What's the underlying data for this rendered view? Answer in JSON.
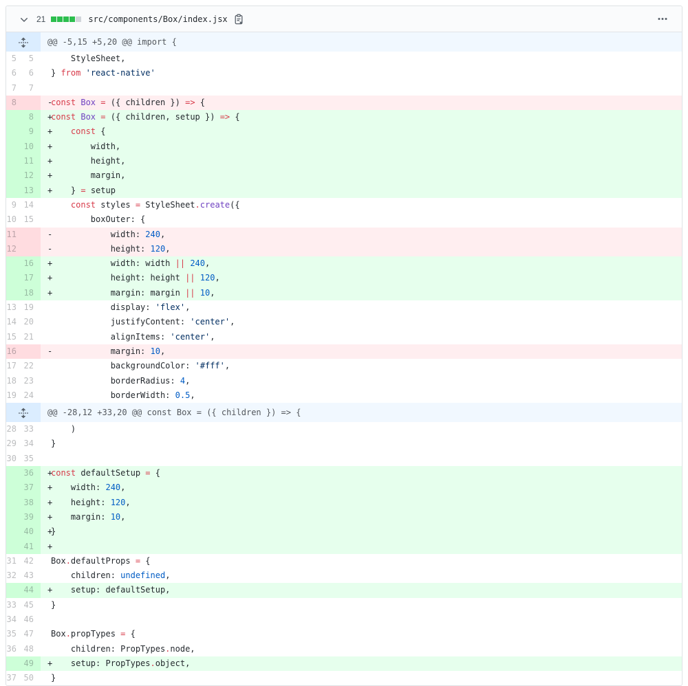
{
  "file_header": {
    "changes_count": "21",
    "diffstat": {
      "green_blocks": 4,
      "neutral_blocks": 1
    },
    "filename": "src/components/Box/index.jsx",
    "chevron_icon": "chevron-down-icon",
    "copy_icon": "copy-path-icon",
    "kebab_icon": "kebab-horizontal-icon"
  },
  "colors": {
    "added_bg": "#e6ffed",
    "added_gutter_bg": "#cdffd8",
    "removed_bg": "#ffeef0",
    "removed_gutter_bg": "#ffdce0",
    "hunk_bg": "#f1f8ff",
    "hunk_gutter_bg": "#dbedff",
    "diffstat_green": "#2cbe4e",
    "diffstat_neutral": "#d1d5da",
    "keyword": "#d73a49",
    "entity": "#6f42c1",
    "constant": "#005cc5",
    "string": "#032f62",
    "code_text": "#24292e"
  },
  "diff": {
    "rows": [
      {
        "t": "hunk",
        "icon": "unfold-icon",
        "text": "@@ -5,15 +5,20 @@ import {"
      },
      {
        "t": "ctx",
        "o": "5",
        "n": "5",
        "m": "",
        "s": [
          [
            "    StyleSheet,",
            "p"
          ]
        ]
      },
      {
        "t": "ctx",
        "o": "6",
        "n": "6",
        "m": "",
        "s": [
          [
            "} ",
            "p"
          ],
          [
            "from",
            "k"
          ],
          [
            " ",
            "p"
          ],
          [
            "'react-native'",
            "s"
          ]
        ]
      },
      {
        "t": "ctx",
        "o": "7",
        "n": "7",
        "m": "",
        "s": []
      },
      {
        "t": "del",
        "o": "8",
        "n": "",
        "m": "-",
        "s": [
          [
            "const",
            "k"
          ],
          [
            " ",
            "p"
          ],
          [
            "Box",
            "e"
          ],
          [
            " ",
            "p"
          ],
          [
            "=",
            "k"
          ],
          [
            " ({ children }) ",
            "p"
          ],
          [
            "=>",
            "k"
          ],
          [
            " {",
            "p"
          ]
        ]
      },
      {
        "t": "add",
        "o": "",
        "n": "8",
        "m": "+",
        "s": [
          [
            "const",
            "k"
          ],
          [
            " ",
            "p"
          ],
          [
            "Box",
            "e"
          ],
          [
            " ",
            "p"
          ],
          [
            "=",
            "k"
          ],
          [
            " ({ children, setup }) ",
            "p"
          ],
          [
            "=>",
            "k"
          ],
          [
            " {",
            "p"
          ]
        ]
      },
      {
        "t": "add",
        "o": "",
        "n": "9",
        "m": "+",
        "s": [
          [
            "    ",
            "p"
          ],
          [
            "const",
            "k"
          ],
          [
            " {",
            "p"
          ]
        ]
      },
      {
        "t": "add",
        "o": "",
        "n": "10",
        "m": "+",
        "s": [
          [
            "        width,",
            "p"
          ]
        ]
      },
      {
        "t": "add",
        "o": "",
        "n": "11",
        "m": "+",
        "s": [
          [
            "        height,",
            "p"
          ]
        ]
      },
      {
        "t": "add",
        "o": "",
        "n": "12",
        "m": "+",
        "s": [
          [
            "        margin,",
            "p"
          ]
        ]
      },
      {
        "t": "add",
        "o": "",
        "n": "13",
        "m": "+",
        "s": [
          [
            "    } ",
            "p"
          ],
          [
            "=",
            "k"
          ],
          [
            " setup",
            "p"
          ]
        ]
      },
      {
        "t": "ctx",
        "o": "9",
        "n": "14",
        "m": "",
        "s": [
          [
            "    ",
            "p"
          ],
          [
            "const",
            "k"
          ],
          [
            " styles ",
            "p"
          ],
          [
            "=",
            "k"
          ],
          [
            " StyleSheet",
            "p"
          ],
          [
            ".",
            "k"
          ],
          [
            "create",
            "e"
          ],
          [
            "({",
            "p"
          ]
        ]
      },
      {
        "t": "ctx",
        "o": "10",
        "n": "15",
        "m": "",
        "s": [
          [
            "        boxOuter: {",
            "p"
          ]
        ]
      },
      {
        "t": "del",
        "o": "11",
        "n": "",
        "m": "-",
        "s": [
          [
            "            width: ",
            "p"
          ],
          [
            "240",
            "c"
          ],
          [
            ",",
            "p"
          ]
        ]
      },
      {
        "t": "del",
        "o": "12",
        "n": "",
        "m": "-",
        "s": [
          [
            "            height: ",
            "p"
          ],
          [
            "120",
            "c"
          ],
          [
            ",",
            "p"
          ]
        ]
      },
      {
        "t": "add",
        "o": "",
        "n": "16",
        "m": "+",
        "s": [
          [
            "            width: width ",
            "p"
          ],
          [
            "||",
            "k"
          ],
          [
            " ",
            "p"
          ],
          [
            "240",
            "c"
          ],
          [
            ",",
            "p"
          ]
        ]
      },
      {
        "t": "add",
        "o": "",
        "n": "17",
        "m": "+",
        "s": [
          [
            "            height: height ",
            "p"
          ],
          [
            "||",
            "k"
          ],
          [
            " ",
            "p"
          ],
          [
            "120",
            "c"
          ],
          [
            ",",
            "p"
          ]
        ]
      },
      {
        "t": "add",
        "o": "",
        "n": "18",
        "m": "+",
        "s": [
          [
            "            margin: margin ",
            "p"
          ],
          [
            "||",
            "k"
          ],
          [
            " ",
            "p"
          ],
          [
            "10",
            "c"
          ],
          [
            ",",
            "p"
          ]
        ]
      },
      {
        "t": "ctx",
        "o": "13",
        "n": "19",
        "m": "",
        "s": [
          [
            "            display: ",
            "p"
          ],
          [
            "'flex'",
            "s"
          ],
          [
            ",",
            "p"
          ]
        ]
      },
      {
        "t": "ctx",
        "o": "14",
        "n": "20",
        "m": "",
        "s": [
          [
            "            justifyContent: ",
            "p"
          ],
          [
            "'center'",
            "s"
          ],
          [
            ",",
            "p"
          ]
        ]
      },
      {
        "t": "ctx",
        "o": "15",
        "n": "21",
        "m": "",
        "s": [
          [
            "            alignItems: ",
            "p"
          ],
          [
            "'center'",
            "s"
          ],
          [
            ",",
            "p"
          ]
        ]
      },
      {
        "t": "del",
        "o": "16",
        "n": "",
        "m": "-",
        "s": [
          [
            "            margin: ",
            "p"
          ],
          [
            "10",
            "c"
          ],
          [
            ",",
            "p"
          ]
        ]
      },
      {
        "t": "ctx",
        "o": "17",
        "n": "22",
        "m": "",
        "s": [
          [
            "            backgroundColor: ",
            "p"
          ],
          [
            "'#fff'",
            "s"
          ],
          [
            ",",
            "p"
          ]
        ]
      },
      {
        "t": "ctx",
        "o": "18",
        "n": "23",
        "m": "",
        "s": [
          [
            "            borderRadius: ",
            "p"
          ],
          [
            "4",
            "c"
          ],
          [
            ",",
            "p"
          ]
        ]
      },
      {
        "t": "ctx",
        "o": "19",
        "n": "24",
        "m": "",
        "s": [
          [
            "            borderWidth: ",
            "p"
          ],
          [
            "0.5",
            "c"
          ],
          [
            ",",
            "p"
          ]
        ]
      },
      {
        "t": "hunk",
        "icon": "unfold-icon",
        "text": "@@ -28,12 +33,20 @@ const Box = ({ children }) => {"
      },
      {
        "t": "ctx",
        "o": "28",
        "n": "33",
        "m": "",
        "s": [
          [
            "    )",
            "p"
          ]
        ]
      },
      {
        "t": "ctx",
        "o": "29",
        "n": "34",
        "m": "",
        "s": [
          [
            "}",
            "p"
          ]
        ]
      },
      {
        "t": "ctx",
        "o": "30",
        "n": "35",
        "m": "",
        "s": []
      },
      {
        "t": "add",
        "o": "",
        "n": "36",
        "m": "+",
        "s": [
          [
            "const",
            "k"
          ],
          [
            " defaultSetup ",
            "p"
          ],
          [
            "=",
            "k"
          ],
          [
            " {",
            "p"
          ]
        ]
      },
      {
        "t": "add",
        "o": "",
        "n": "37",
        "m": "+",
        "s": [
          [
            "    width: ",
            "p"
          ],
          [
            "240",
            "c"
          ],
          [
            ",",
            "p"
          ]
        ]
      },
      {
        "t": "add",
        "o": "",
        "n": "38",
        "m": "+",
        "s": [
          [
            "    height: ",
            "p"
          ],
          [
            "120",
            "c"
          ],
          [
            ",",
            "p"
          ]
        ]
      },
      {
        "t": "add",
        "o": "",
        "n": "39",
        "m": "+",
        "s": [
          [
            "    margin: ",
            "p"
          ],
          [
            "10",
            "c"
          ],
          [
            ",",
            "p"
          ]
        ]
      },
      {
        "t": "add",
        "o": "",
        "n": "40",
        "m": "+",
        "s": [
          [
            "}",
            "p"
          ]
        ]
      },
      {
        "t": "add",
        "o": "",
        "n": "41",
        "m": "+",
        "s": []
      },
      {
        "t": "ctx",
        "o": "31",
        "n": "42",
        "m": "",
        "s": [
          [
            "Box",
            "p"
          ],
          [
            ".",
            "k"
          ],
          [
            "defaultProps ",
            "p"
          ],
          [
            "=",
            "k"
          ],
          [
            " {",
            "p"
          ]
        ]
      },
      {
        "t": "ctx",
        "o": "32",
        "n": "43",
        "m": "",
        "s": [
          [
            "    children: ",
            "p"
          ],
          [
            "undefined",
            "c"
          ],
          [
            ",",
            "p"
          ]
        ]
      },
      {
        "t": "add",
        "o": "",
        "n": "44",
        "m": "+",
        "s": [
          [
            "    setup: defaultSetup,",
            "p"
          ]
        ]
      },
      {
        "t": "ctx",
        "o": "33",
        "n": "45",
        "m": "",
        "s": [
          [
            "}",
            "p"
          ]
        ]
      },
      {
        "t": "ctx",
        "o": "34",
        "n": "46",
        "m": "",
        "s": []
      },
      {
        "t": "ctx",
        "o": "35",
        "n": "47",
        "m": "",
        "s": [
          [
            "Box",
            "p"
          ],
          [
            ".",
            "k"
          ],
          [
            "propTypes ",
            "p"
          ],
          [
            "=",
            "k"
          ],
          [
            " {",
            "p"
          ]
        ]
      },
      {
        "t": "ctx",
        "o": "36",
        "n": "48",
        "m": "",
        "s": [
          [
            "    children: PropTypes",
            "p"
          ],
          [
            ".",
            "k"
          ],
          [
            "node,",
            "p"
          ]
        ]
      },
      {
        "t": "add",
        "o": "",
        "n": "49",
        "m": "+",
        "s": [
          [
            "    setup: PropTypes",
            "p"
          ],
          [
            ".",
            "k"
          ],
          [
            "object,",
            "p"
          ]
        ]
      },
      {
        "t": "ctx",
        "o": "37",
        "n": "50",
        "m": "",
        "s": [
          [
            "}",
            "p"
          ]
        ]
      }
    ]
  }
}
